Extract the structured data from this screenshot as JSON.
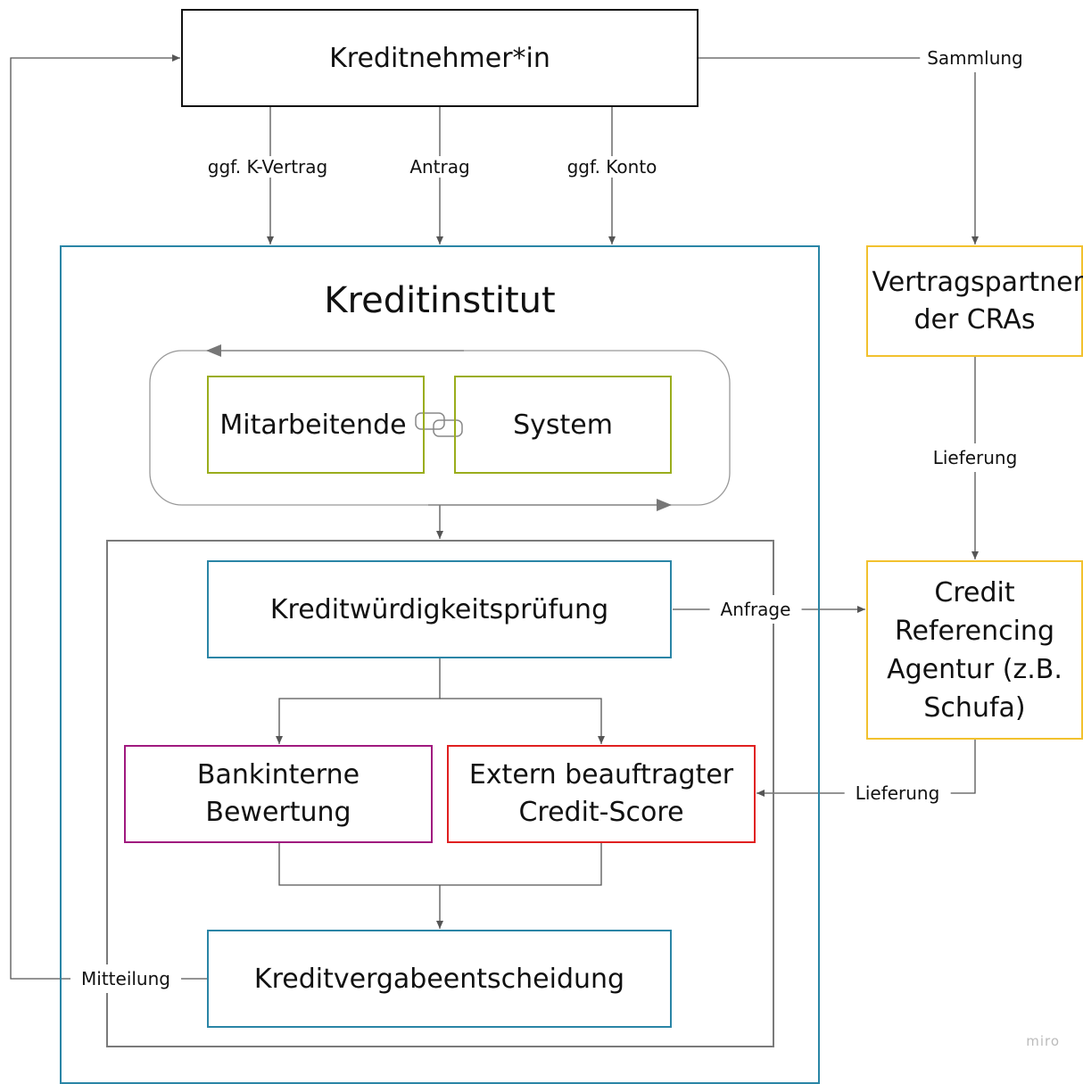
{
  "colors": {
    "borrower": "#111111",
    "institute": "#2a85a6",
    "cycle_box": "#9aad1c",
    "check_box": "#2a85a6",
    "internal": "#a0197f",
    "external": "#e02020",
    "cra": "#f2c12e",
    "inner_frame": "#7a7a7a",
    "lines": "#555555"
  },
  "borrower": {
    "label": "Kreditnehmer*in"
  },
  "borrower_flows": {
    "contract": "ggf. K-Vertrag",
    "application": "Antrag",
    "account": "ggf. Konto",
    "collection": "Sammlung"
  },
  "institute": {
    "title": "Kreditinstitut",
    "staff": "Mitarbeitende",
    "system": "System",
    "check": "Kreditwürdigkeitsprüfung",
    "internal": "Bankinterne Bewertung",
    "external": "Extern beauftragter Credit-Score",
    "decision": "Kreditvergabeentscheidung"
  },
  "cra_partner": {
    "label": "Vertragspartner der CRAs"
  },
  "cra_agency": {
    "label": "Credit Referencing Agentur (z.B. Schufa)"
  },
  "flows": {
    "delivery_partner": "Lieferung",
    "request": "Anfrage",
    "delivery_agency": "Lieferung",
    "notification": "Mitteilung"
  },
  "watermark": "miro"
}
